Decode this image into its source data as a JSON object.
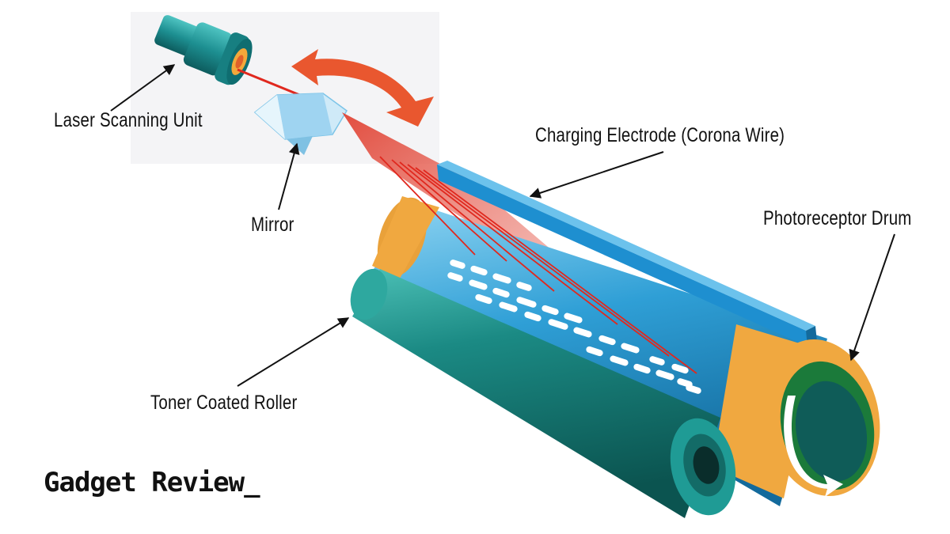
{
  "labels": {
    "laser_scanning_unit": "Laser Scanning Unit",
    "mirror": "Mirror",
    "charging_electrode": "Charging Electrode (Corona Wire)",
    "photoreceptor_drum": "Photoreceptor Drum",
    "toner_coated_roller": "Toner Coated Roller"
  },
  "brand": {
    "name": "Gadget Review_"
  },
  "colors": {
    "laser_unit": "#1d8f91",
    "laser_beam": "#e0281e",
    "rotation_arrow": "#e9572f",
    "mirror": "#a8d8f0",
    "corona_bar": "#1e8fd0",
    "drum_body": "#2f9fd6",
    "drum_end": "#f0a840",
    "toner_roller": "#1b8a84",
    "leader_line": "#111111"
  }
}
